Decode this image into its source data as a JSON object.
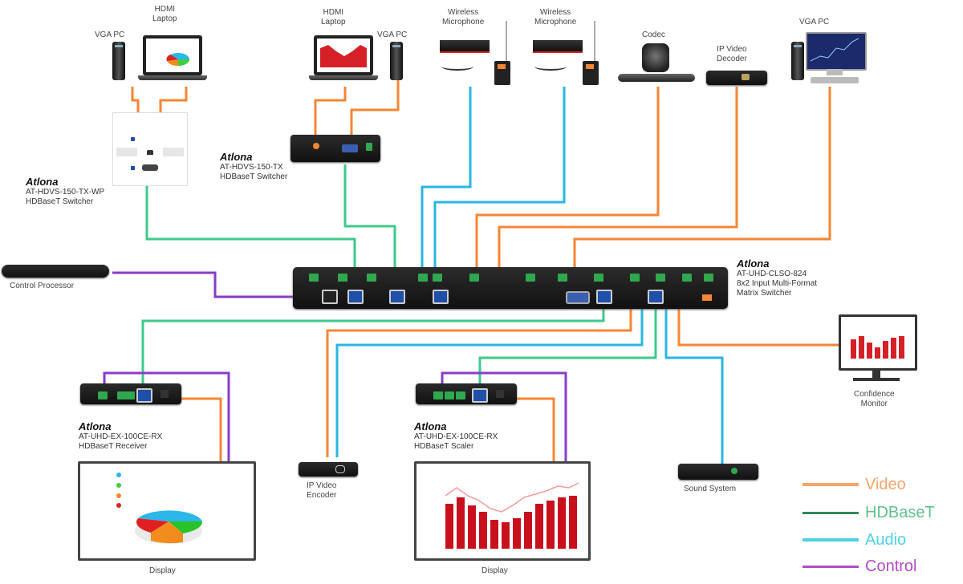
{
  "diagram": {
    "title": "",
    "sources": {
      "vga_pc_1": "VGA PC",
      "hdmi_laptop_1": "HDMI\nLaptop",
      "hdmi_laptop_2": "HDMI\nLaptop",
      "vga_pc_2": "VGA PC",
      "wireless_mic_1": "Wireless\nMicrophone",
      "wireless_mic_2": "Wireless\nMicrophone",
      "codec": "Codec",
      "ip_video_decoder": "IP Video\nDecoder",
      "vga_pc_3": "VGA PC"
    },
    "devices": {
      "wallplate": {
        "brand": "Atlona",
        "model": "AT-HDVS-150-TX-WP",
        "desc": "HDBaseT Switcher"
      },
      "switcher_tx": {
        "brand": "Atlona",
        "model": "AT-HDVS-150-TX",
        "desc": "HDBaseT Switcher"
      },
      "matrix": {
        "brand": "Atlona",
        "model": "AT-UHD-CLSO-824",
        "desc1": "8x2 Input Multi-Format",
        "desc2": "Matrix Switcher"
      },
      "receiver": {
        "brand": "Atlona",
        "model": "AT-UHD-EX-100CE-RX",
        "desc": "HDBaseT Receiver"
      },
      "scaler": {
        "brand": "Atlona",
        "model": "AT-UHD-EX-100CE-RX",
        "desc": "HDBaseT Scaler"
      }
    },
    "sinks": {
      "control_processor": "Control Processor",
      "ip_video_encoder": "IP Video\nEncoder",
      "sound_system": "Sound System",
      "confidence_monitor": "Confidence\nMonitor",
      "display_1": "Display",
      "display_2": "Display"
    },
    "legend": [
      {
        "label": "Video",
        "color": "#f7a46a"
      },
      {
        "label": "HDBaseT",
        "color": "#2e8b57"
      },
      {
        "label": "Audio",
        "color": "#4fd0e6"
      },
      {
        "label": "Control",
        "color": "#b04cc8"
      }
    ],
    "colors": {
      "video": "#f58634",
      "hdbaset": "#3dc98a",
      "audio": "#29b6e0",
      "control": "#8a3cc8"
    }
  }
}
